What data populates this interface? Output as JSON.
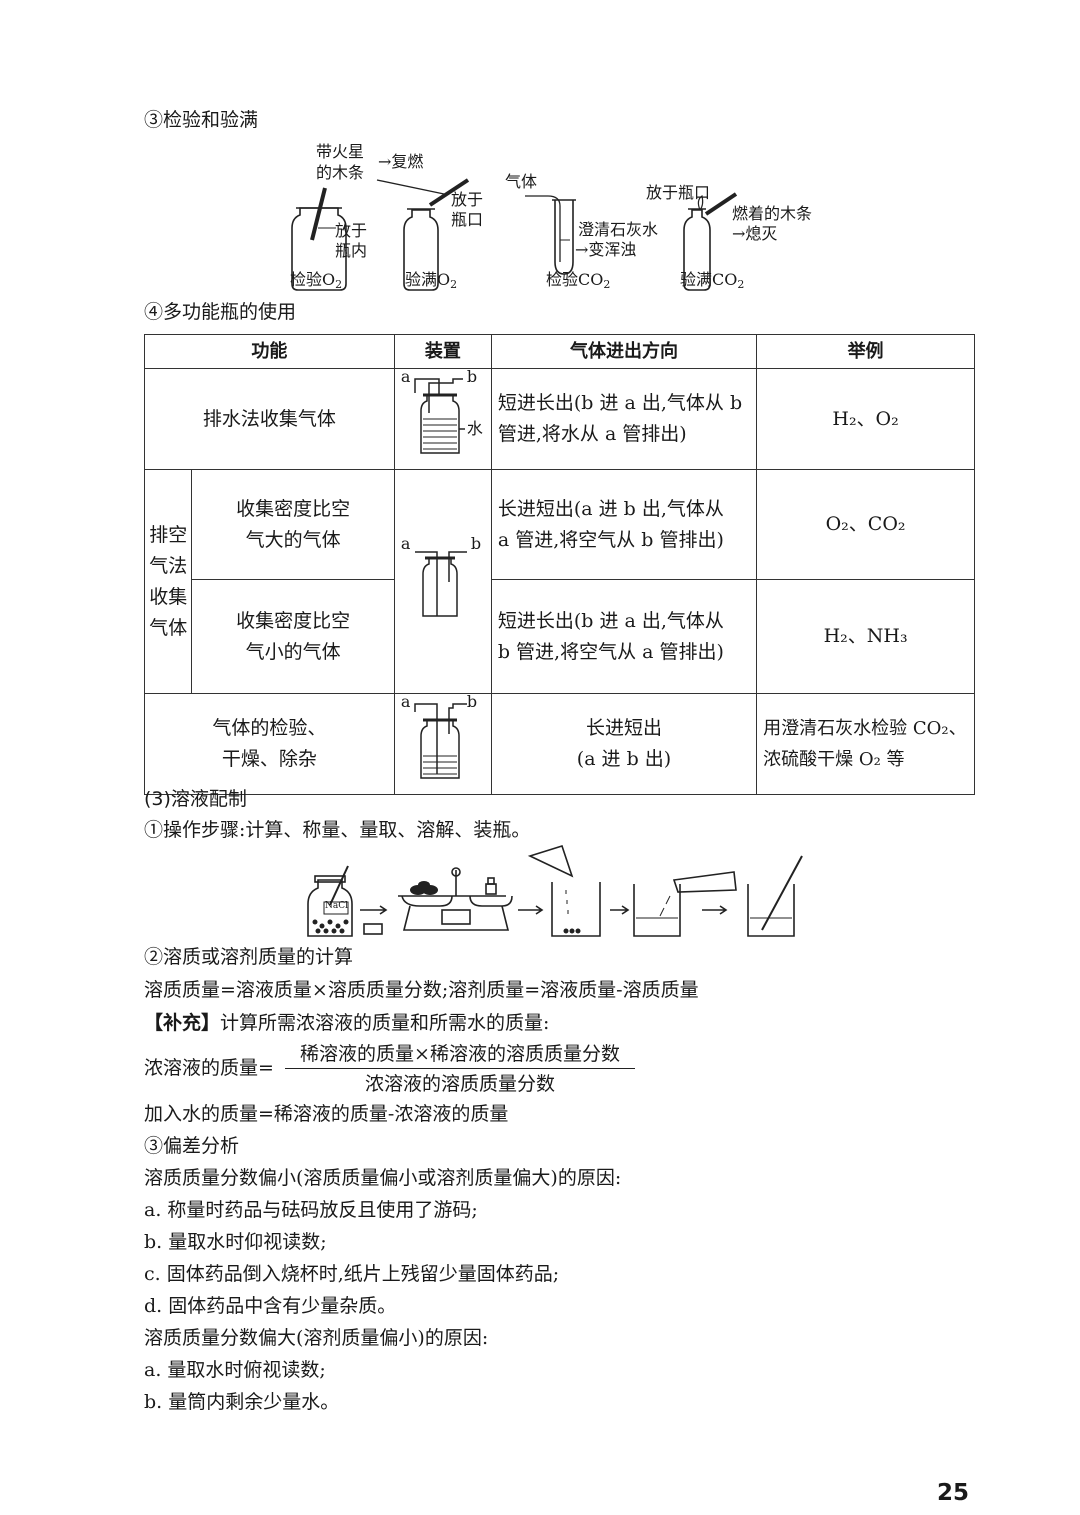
{
  "sec3_heading": "③检验和验满",
  "diagram1": {
    "spark_label_1": "带火星",
    "spark_label_2": "的木条",
    "relight": "→复燃",
    "inside_1": "放于",
    "inside_2": "瓶内",
    "mouth_1": "放于",
    "mouth_2": "瓶口",
    "gas": "气体",
    "limewater_1": "澄清石灰水",
    "limewater_2": "变浑浊",
    "mouth_bottle": "放于瓶口",
    "burning": "燃着的木条",
    "extinguish": "熄灭",
    "cap_test_o2": "检验O",
    "cap_full_o2": "验满O",
    "cap_test_co2": "检验CO",
    "cap_full_co2": "验满CO",
    "sub2": "2"
  },
  "sec4_heading": "④多功能瓶的使用",
  "table": {
    "headers": [
      "功能",
      "装置",
      "气体进出方向",
      "举例"
    ],
    "row1": {
      "func": "排水法收集气体",
      "dir_1": "短进长出(b 进 a 出,气体从 b",
      "dir_2": "管进,将水从 a 管排出)",
      "ex": "H₂、O₂",
      "water": "水"
    },
    "merged": [
      "排空",
      "气法",
      "收集",
      "气体"
    ],
    "row2": {
      "func_1": "收集密度比空",
      "func_2": "气大的气体",
      "dir_1": "长进短出(a 进 b 出,气体从",
      "dir_2": "a 管进,将空气从 b 管排出)",
      "ex": "O₂、CO₂"
    },
    "row3": {
      "func_1": "收集密度比空",
      "func_2": "气小的气体",
      "dir_1": "短进长出(b 进 a 出,气体从",
      "dir_2": "b 管进,将空气从 a 管排出)",
      "ex": "H₂、NH₃"
    },
    "row4": {
      "func_1": "气体的检验、",
      "func_2": "干燥、除杂",
      "dir_1": "长进短出",
      "dir_2": "(a 进 b 出)",
      "ex_1": "用澄清石灰水检验 CO₂、",
      "ex_2": "浓硫酸干燥 O₂ 等"
    },
    "port_a": "a",
    "port_b": "b"
  },
  "solution": {
    "heading": "(3)溶液配制",
    "step1": "①操作步骤:计算、称量、量取、溶解、装瓶。",
    "nacl": "NaCl",
    "calc_heading": "②溶质或溶剂质量的计算",
    "calc_formula": "溶质质量=溶液质量×溶质质量分数;溶剂质量=溶液质量-溶质质量",
    "supp_tag": "【补充】",
    "supp_text": "计算所需浓溶液的质量和所需水的质量:",
    "conc_lhs": "浓溶液的质量=",
    "frac_num": "稀溶液的质量×稀溶液的溶质质量分数",
    "frac_den": "浓溶液的溶质质量分数",
    "water_formula": "加入水的质量=稀溶液的质量-浓溶液的质量",
    "dev_heading": "③偏差分析",
    "low_heading": "溶质质量分数偏小(溶质质量偏小或溶剂质量偏大)的原因:",
    "low_items": [
      "a. 称量时药品与砝码放反且使用了游码;",
      "b. 量取水时仰视读数;",
      "c. 固体药品倒入烧杯时,纸片上残留少量固体药品;",
      "d. 固体药品中含有少量杂质。"
    ],
    "high_heading": "溶质质量分数偏大(溶剂质量偏小)的原因:",
    "high_items": [
      "a. 量取水时俯视读数;",
      "b. 量筒内剩余少量水。"
    ]
  },
  "page_number": "25"
}
